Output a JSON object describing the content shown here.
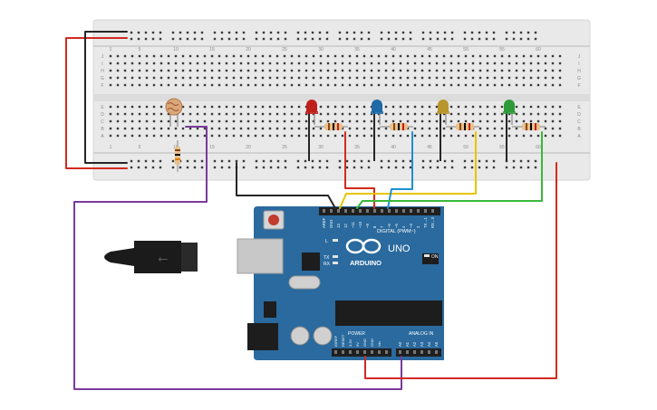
{
  "breadboard": {
    "column_numbers": [
      "1",
      "5",
      "10",
      "15",
      "20",
      "25",
      "30",
      "35",
      "40",
      "45",
      "50",
      "55",
      "60"
    ],
    "top_row_letters": [
      "J",
      "I",
      "H",
      "G",
      "F"
    ],
    "bottom_row_letters": [
      "E",
      "D",
      "C",
      "B",
      "A"
    ]
  },
  "arduino": {
    "logo_text": "ARDUINO",
    "model": "UNO",
    "on_label": "ON",
    "digital_header_label": "DIGITAL (PWM~)",
    "power_header_label": "POWER",
    "analog_header_label": "ANALOG IN",
    "top_pin_labels": [
      "AREF",
      "GND",
      "13",
      "12",
      "~11",
      "~10",
      "~9",
      "8",
      "7",
      "~6",
      "~5",
      "4",
      "~3",
      "2",
      "TX→1",
      "RX←0"
    ],
    "power_pin_labels": [
      "IOREF",
      "RESET",
      "3.3V",
      "5V",
      "GND",
      "GND",
      "Vin"
    ],
    "analog_pin_labels": [
      "A0",
      "A1",
      "A2",
      "A3",
      "A4",
      "A5"
    ],
    "led_labels": [
      "L",
      "TX",
      "RX"
    ]
  },
  "components": {
    "leds": [
      {
        "name": "red-led",
        "color": "#c0201c"
      },
      {
        "name": "blue-led",
        "color": "#1f6aa5"
      },
      {
        "name": "yellow-led",
        "color": "#b8962b"
      },
      {
        "name": "green-led",
        "color": "#2f9a3a"
      }
    ],
    "photoresistor_color": "#d9a77a"
  },
  "colors": {
    "wire_red": "#d12b1f",
    "wire_black": "#262626",
    "wire_yellow": "#e8c400",
    "wire_blue": "#1f8fd1",
    "wire_green": "#3ab83a",
    "wire_purple": "#7a3a9a",
    "board_blue": "#2a6a9e",
    "breadboard": "#e9e9e9"
  }
}
